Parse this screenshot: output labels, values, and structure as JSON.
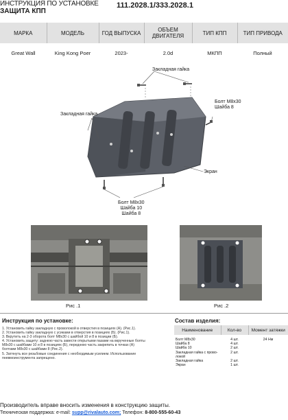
{
  "header": {
    "line1": "ИНСТРУКЦИЯ ПО УСТАНОВКЕ",
    "line2": "ЗАЩИТА КПП",
    "part_number": "111.2028.1/333.2028.1"
  },
  "spec_table": {
    "headers": [
      "МАРКА",
      "МОДЕЛЬ",
      "ГОД ВЫПУСКА",
      "ОБЪЕМ ДВИГАТЕЛЯ",
      "ТИП КПП",
      "ТИП ПРИВОДА"
    ],
    "row": [
      "Great Wall",
      "King Kong Poer",
      "2023-",
      "2.0d",
      "МКПП",
      "Полный"
    ]
  },
  "diagram": {
    "label_nut_top": "Закладная гайка",
    "label_nut_left": "Закладная гайка",
    "label_bolt_right": [
      "Болт М8х30",
      "Шайба 8"
    ],
    "label_screen": "Экран",
    "label_bolt_bottom": [
      "Болт М8х30",
      "Шайба 10",
      "Шайба 8"
    ]
  },
  "photos": {
    "caption1": "Рис .1",
    "caption2": "Рис .2"
  },
  "instructions": {
    "title": "Инструкция по установке:",
    "lines": [
      "1. Установить гайку закладную с проволокой в отверстия в позициях (А). (Рис.1).",
      "2. Установить гайку закладную с усиками в отверстия в позициях (Б). (Рис.1).",
      "3. Вкрутить на 2-3 оборота болт М8х30 с шайбой 10 и 8  в позиции (Б).",
      "4. Установить защиту: заднюю часть завести открытыми пазами на вкрученные болты",
      "    М8х30 с шайбами 10 и 8 в позициях (Б), переднюю часть закрепить в точках (А)",
      "    болтами М8х30 с шайбами 8 (Рис.2).",
      "5. Затянуть все резьбовые соединения с необходимым усилием. Использование",
      "пневмоинструмента запрещено."
    ]
  },
  "components": {
    "title": "Состав изделия:",
    "headers": [
      "Наименование",
      "Кол-во",
      "Момент затяжки"
    ],
    "names": [
      "Болт М8х30",
      "Шайба 8",
      "Шайба 10",
      "Закладная гайка с прово-",
      "локой",
      "Закладная гайка",
      "Экран"
    ],
    "qty": [
      "4 шт.",
      "4 шт.",
      "2 шт.",
      "2 шт.",
      "",
      "2 шт.",
      "1 шт."
    ],
    "torque": "24 Нм"
  },
  "footer": {
    "notice": "Производитель вправе вносить изменения в конструкцию защиты.",
    "support_prefix": "Техническая поддержка:  e-mail: ",
    "email": "supp@rivalauto.com;",
    "phone_prefix": " Телефон: ",
    "phone": "8-800-555-60-43"
  }
}
